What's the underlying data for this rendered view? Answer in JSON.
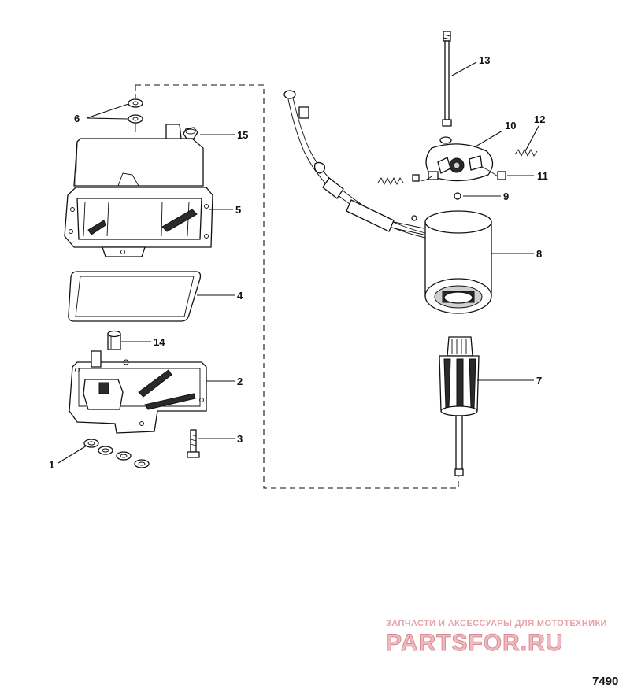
{
  "callouts": {
    "c1": "1",
    "c2": "2",
    "c3": "3",
    "c4": "4",
    "c5": "5",
    "c6": "6",
    "c7": "7",
    "c8": "8",
    "c9": "9",
    "c10": "10",
    "c11": "11",
    "c12": "12",
    "c13": "13",
    "c14": "14",
    "c15": "15"
  },
  "watermark": {
    "tagline": "ЗАПЧАСТИ И АКСЕССУАРЫ ДЛЯ МОТОТЕХНИКИ",
    "logo": "PARTSFOR.RU",
    "color": "#e6a3a9"
  },
  "figure_number": "7490"
}
